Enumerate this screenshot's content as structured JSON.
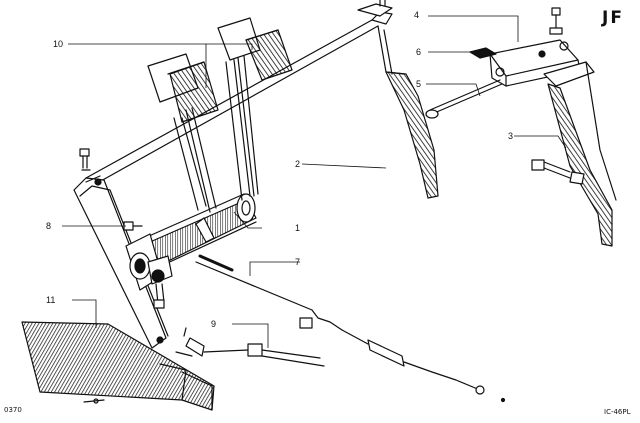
{
  "drawing": {
    "mark": "JF",
    "ref_left": "0370",
    "ref_right": "IC-46PL",
    "callouts": [
      {
        "id": "c1",
        "text": "1"
      },
      {
        "id": "c2",
        "text": "2"
      },
      {
        "id": "c3",
        "text": "3"
      },
      {
        "id": "c4",
        "text": "4"
      },
      {
        "id": "c5",
        "text": "5"
      },
      {
        "id": "c6",
        "text": "6"
      },
      {
        "id": "c7",
        "text": "7"
      },
      {
        "id": "c8",
        "text": "8"
      },
      {
        "id": "c9",
        "text": "9"
      },
      {
        "id": "c10",
        "text": "10"
      },
      {
        "id": "c11",
        "text": "11"
      }
    ]
  }
}
